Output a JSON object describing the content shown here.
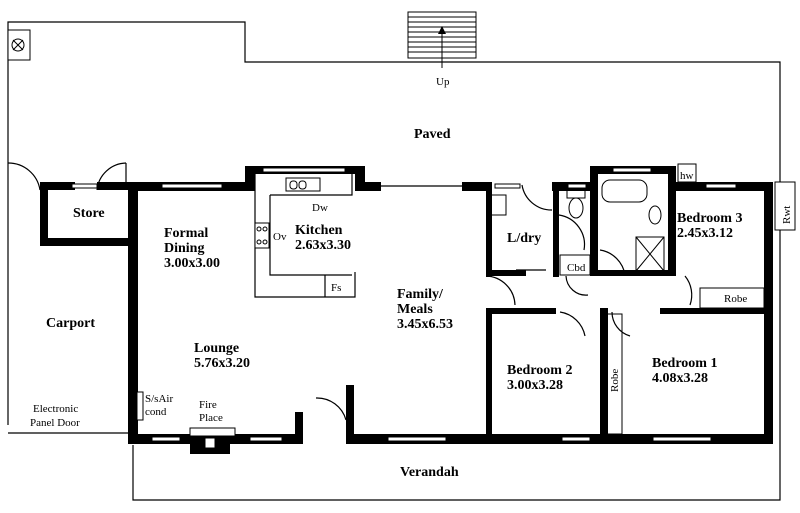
{
  "plan": {
    "stairs_label": "Up",
    "outdoor": {
      "paved": "Paved",
      "verandah": "Verandah",
      "carport": "Carport",
      "electronic_door": [
        "Electronic",
        "Panel Door"
      ],
      "rwt": "Rwt"
    },
    "rooms": {
      "store": {
        "name": "Store"
      },
      "formal_dining": {
        "name": [
          "Formal",
          "Dining"
        ],
        "size": "3.00x3.00"
      },
      "kitchen": {
        "name": "Kitchen",
        "size": "2.63x3.30"
      },
      "lounge": {
        "name": "Lounge",
        "size": "5.76x3.20"
      },
      "family_meals": {
        "name": [
          "Family/",
          "Meals"
        ],
        "size": "3.45x6.53"
      },
      "laundry": {
        "name": "L/dry"
      },
      "bedroom1": {
        "name": "Bedroom 1",
        "size": "4.08x3.28"
      },
      "bedroom2": {
        "name": "Bedroom 2",
        "size": "3.00x3.28"
      },
      "bedroom3": {
        "name": "Bedroom 3",
        "size": "2.45x3.12"
      }
    },
    "fixtures": {
      "dw": "Dw",
      "ov": "Ov",
      "fs": "Fs",
      "cbd": "Cbd",
      "hw": "hw",
      "robe1": "Robe",
      "robe2": "Robe",
      "aircond": [
        "S/sAir",
        "cond"
      ],
      "fireplace": [
        "Fire",
        "Place"
      ]
    }
  }
}
